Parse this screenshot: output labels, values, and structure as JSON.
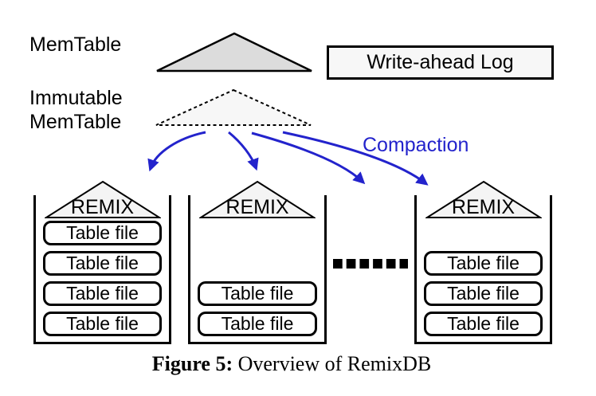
{
  "memtable": {
    "label": "MemTable"
  },
  "immutable": {
    "line1": "Immutable",
    "line2": "MemTable"
  },
  "wal": {
    "label": "Write-ahead Log"
  },
  "compaction": {
    "label": "Compaction"
  },
  "levels": [
    {
      "remix_label": "REMIX",
      "files": [
        "Table file",
        "Table file",
        "Table file",
        "Table file"
      ]
    },
    {
      "remix_label": "REMIX",
      "files": [
        "Table file",
        "Table file"
      ]
    },
    {
      "remix_label": "REMIX",
      "files": [
        "Table file",
        "Table file",
        "Table file"
      ]
    }
  ],
  "ellipsis": "between level 2 and rightmost level",
  "caption": {
    "bold": "Figure 5:",
    "rest": " Overview of RemixDB"
  },
  "colors": {
    "accent_blue": "#2323cc",
    "memtable_fill": "#dcdcdc",
    "light_fill": "#f7f7f7",
    "background": "#ffffff"
  }
}
